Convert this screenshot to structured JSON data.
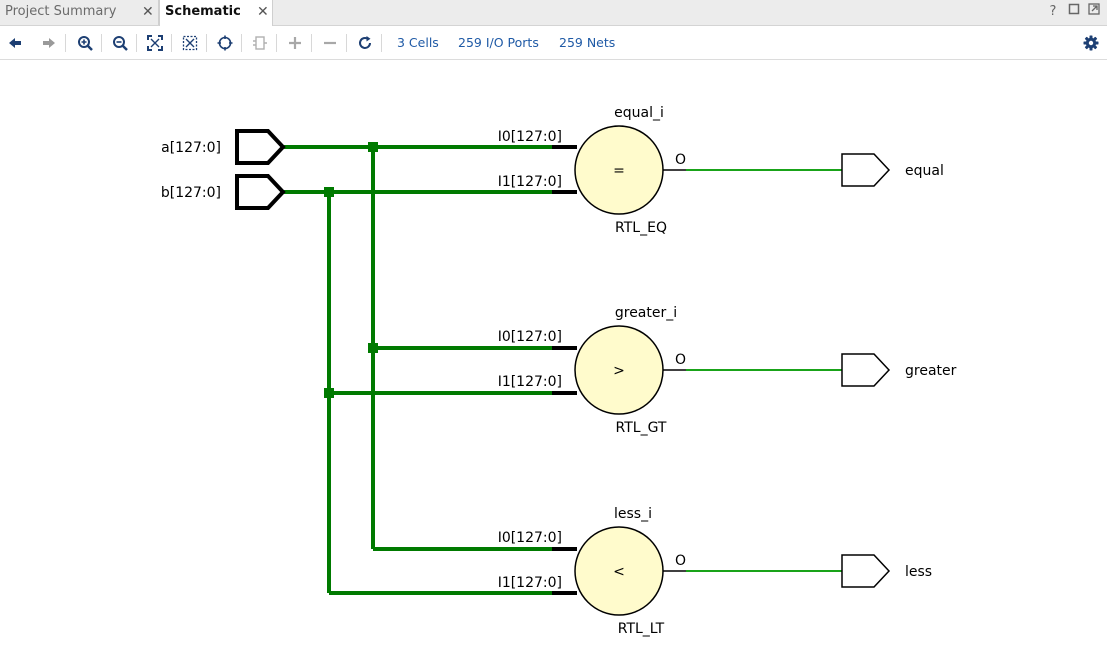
{
  "tabs": [
    {
      "label": "Project Summary",
      "active": false
    },
    {
      "label": "Schematic",
      "active": true
    }
  ],
  "window_buttons": {
    "help": "?",
    "restore": "restore-icon",
    "maximize": "maximize-icon"
  },
  "toolbar": {
    "icons": [
      "back-icon",
      "forward-icon",
      "zoom-in-icon",
      "zoom-out-icon",
      "zoom-fit-icon",
      "zoom-selection-icon",
      "auto-fit-icon",
      "collapse-icon",
      "expand-icon",
      "remove-icon",
      "reload-icon"
    ],
    "cells": "3 Cells",
    "io_ports": "259 I/O Ports",
    "nets": "259 Nets",
    "settings": "gear-icon"
  },
  "colors": {
    "bus": "#007a00",
    "net": "#19a319",
    "cell_fill": "#fffbcc",
    "link": "#1f5aa6"
  },
  "inputs": [
    {
      "name": "a[127:0]"
    },
    {
      "name": "b[127:0]"
    }
  ],
  "cells": [
    {
      "instance": "equal_i",
      "symbol": "=",
      "type": "RTL_EQ",
      "pin_i0": "I0[127:0]",
      "pin_i1": "I1[127:0]",
      "pin_o": "O",
      "output": "equal"
    },
    {
      "instance": "greater_i",
      "symbol": ">",
      "type": "RTL_GT",
      "pin_i0": "I0[127:0]",
      "pin_i1": "I1[127:0]",
      "pin_o": "O",
      "output": "greater"
    },
    {
      "instance": "less_i",
      "symbol": "<",
      "type": "RTL_LT",
      "pin_i0": "I0[127:0]",
      "pin_i1": "I1[127:0]",
      "pin_o": "O",
      "output": "less"
    }
  ]
}
